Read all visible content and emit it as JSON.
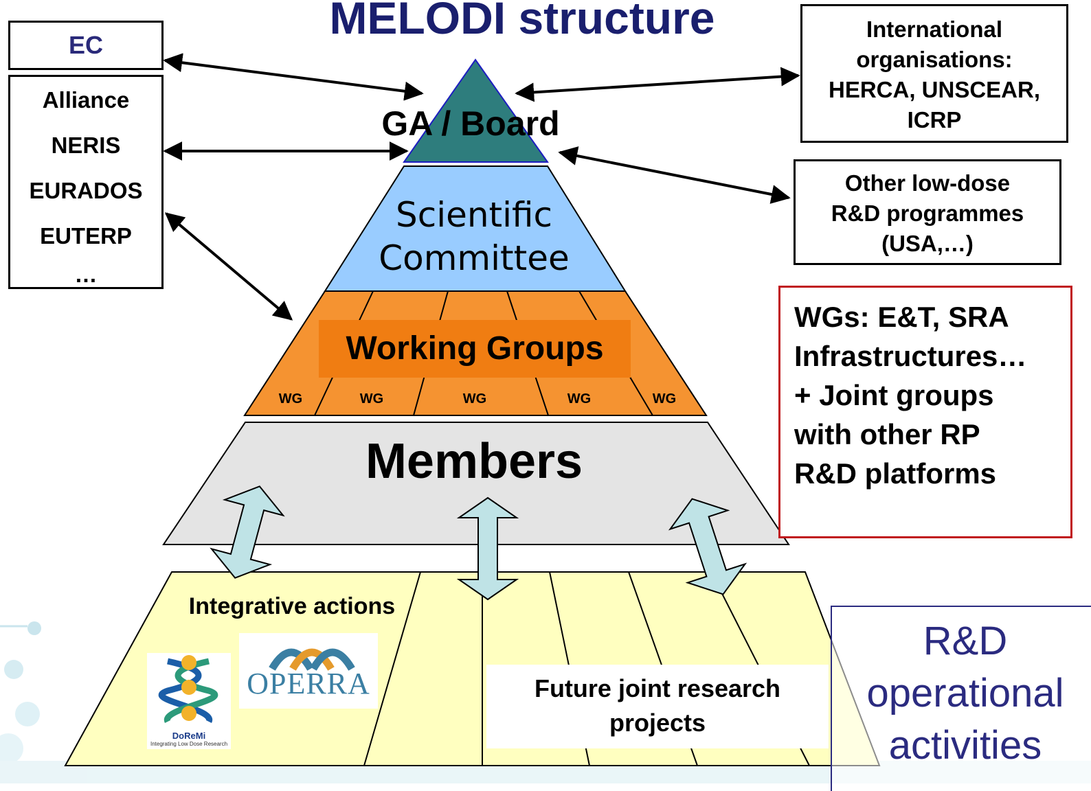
{
  "title": "MELODI structure",
  "left_boxes": {
    "ec": "EC",
    "members": [
      "Alliance",
      "NERIS",
      "EURADOS",
      "EUTERP",
      "…"
    ]
  },
  "right_boxes": {
    "international": [
      "International",
      "organisations:",
      "HERCA, UNSCEAR,",
      "ICRP"
    ],
    "other_programmes": [
      "Other low-dose",
      "R&D programmes",
      "(USA,…)"
    ]
  },
  "pyramid": {
    "ga_board": "GA / Board",
    "scientific_committee": [
      "Scientific",
      "Committee"
    ],
    "working_groups": "Working Groups",
    "wg_cells": [
      "WG",
      "WG",
      "WG",
      "WG",
      "WG"
    ],
    "members": "Members",
    "integrative_actions": "Integrative actions",
    "future_projects": [
      "Future joint  research",
      "projects"
    ]
  },
  "wgs_note": [
    "WGs: E&T, SRA",
    "Infrastructures…",
    "+ Joint groups",
    "with other  RP",
    "R&D platforms"
  ],
  "rd_note": [
    "R&D",
    "operational",
    "activities"
  ],
  "logos": {
    "doremi": "DoReMi",
    "doremi_tagline": "Integrating Low Dose Research",
    "opera": "OPERRA"
  },
  "colors": {
    "title": "#1a1f6e",
    "ga_board": "#2e7d7d",
    "scientific_committee": "#99ccff",
    "working_groups": "#f59331",
    "members": "#e4e4e4",
    "rd_layer": "#ffffc0",
    "arrow_fill": "#bfe3e6",
    "wgs_border": "#c0151b"
  }
}
